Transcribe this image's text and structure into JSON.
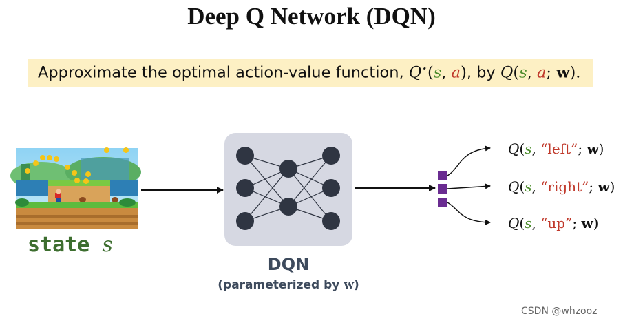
{
  "title": "Deep Q Network (DQN)",
  "banner": {
    "prefix": "Approximate the optimal action-value function, ",
    "qstar": "Q",
    "star": "⋆",
    "open": "(",
    "s": "s",
    "comma": ", ",
    "a": "a",
    "close": ")",
    "by": ", by ",
    "q": "Q",
    "semi": "; ",
    "w": "w",
    "end": ")."
  },
  "state": {
    "word": "state",
    "var": "s"
  },
  "dqn": {
    "label": "DQN",
    "sub_prefix": "(parameterized by ",
    "sub_w": "w",
    "sub_suffix": ")"
  },
  "outputs": [
    {
      "q": "Q",
      "open": "(",
      "s": "s",
      "comma": ", ",
      "action": "“left”",
      "semi": "; ",
      "w": "w",
      "close": ")"
    },
    {
      "q": "Q",
      "open": "(",
      "s": "s",
      "comma": ", ",
      "action": "“right”",
      "semi": "; ",
      "w": "w",
      "close": ")"
    },
    {
      "q": "Q",
      "open": "(",
      "s": "s",
      "comma": ", ",
      "action": "“up”",
      "semi": "; ",
      "w": "w",
      "close": ")"
    }
  ],
  "watermark": "CSDN @whzooz",
  "colors": {
    "banner_bg": "#fdf0c4",
    "state_green": "#3d6e2f",
    "action_red": "#c0392b",
    "node_dark": "#2f3542",
    "box_gray": "#d6d8e2",
    "output_purple": "#6a2c91"
  }
}
